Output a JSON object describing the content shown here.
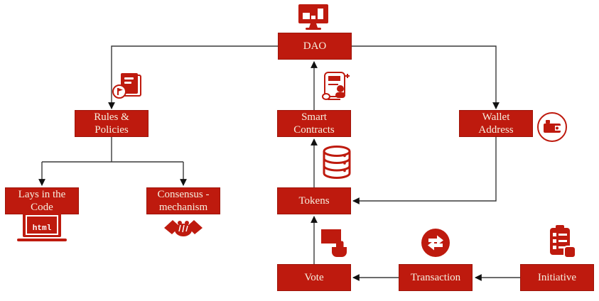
{
  "diagram": {
    "background_color": "#ffffff",
    "accent_color": "#be1a0e",
    "line_color": "#3a3a3a",
    "label_color": "#f6efdf",
    "nodes": {
      "dao": {
        "label": "DAO",
        "icon": "monitor-dashboard-icon"
      },
      "rules_policies": {
        "label": "Rules & Policies",
        "icon": "rulebook-flag-icon"
      },
      "lays_in_code": {
        "label": "Lays in the Code",
        "icon": "laptop-html-icon",
        "icon_text": "html"
      },
      "consensus_mechanism": {
        "label": "Consensus - mechanism",
        "icon": "handshake-icon"
      },
      "smart_contracts": {
        "label": "Smart Contracts",
        "icon": "contract-scroll-icon"
      },
      "tokens": {
        "label": "Tokens",
        "icon": "database-icon"
      },
      "vote": {
        "label": "Vote",
        "icon": "hand-vote-icon"
      },
      "wallet_address": {
        "label": "Wallet Address",
        "icon": "wallet-icon"
      },
      "transaction": {
        "label": "Transaction",
        "icon": "exchange-arrows-icon"
      },
      "initiative": {
        "label": "Initiative",
        "icon": "clipboard-checklist-icon"
      }
    },
    "edges": [
      {
        "from": "dao",
        "to": "rules_policies"
      },
      {
        "from": "dao",
        "to": "wallet_address"
      },
      {
        "from": "rules_policies",
        "to": "lays_in_code"
      },
      {
        "from": "rules_policies",
        "to": "consensus_mechanism"
      },
      {
        "from": "smart_contracts",
        "to": "dao"
      },
      {
        "from": "tokens",
        "to": "smart_contracts"
      },
      {
        "from": "vote",
        "to": "tokens"
      },
      {
        "from": "wallet_address",
        "to": "tokens"
      },
      {
        "from": "transaction",
        "to": "vote"
      },
      {
        "from": "initiative",
        "to": "transaction"
      }
    ]
  }
}
